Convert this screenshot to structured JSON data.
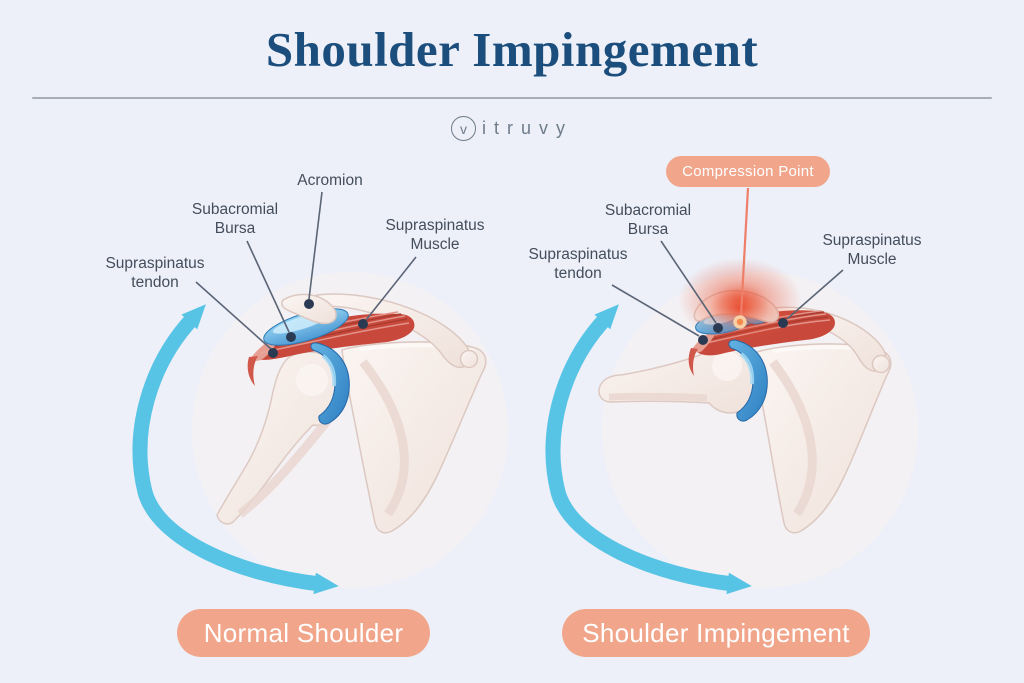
{
  "header": {
    "title": "Shoulder Impingement"
  },
  "brand": {
    "name": "vitruvy",
    "logo_initial": "v",
    "logo_rest": "itruvy"
  },
  "left_panel": {
    "caption": "Normal Shoulder",
    "labels": {
      "acromion": "Acromion",
      "subacromial_bursa": "Subacromial\nBursa",
      "supraspinatus_muscle": "Supraspinatus\nMuscle",
      "supraspinatus_tendon": "Supraspinatus\ntendon"
    }
  },
  "right_panel": {
    "caption": "Shoulder Impingement",
    "badge": "Compression Point",
    "labels": {
      "subacromial_bursa": "Subacromial\nBursa",
      "supraspinatus_muscle": "Supraspinatus\nMuscle",
      "supraspinatus_tendon": "Supraspinatus\ntendon"
    }
  },
  "colors": {
    "page_background": "#EDF0F8",
    "title_navy": "#1B4E7C",
    "label_text": "#434D5C",
    "logo_gray": "#6E7C8B",
    "pill_salmon": "#F1A68C",
    "pill_text": "#FFFFFF",
    "arrow_cyan": "#57C4E5",
    "muscle_red": "#C8493B",
    "bursa_blue": "#4D9AD4",
    "bone": "#F8F0EC",
    "marker_dot_navy": "#2B3A53",
    "compression_glow": "#E8472B",
    "compression_dot": "#F28B4C"
  }
}
